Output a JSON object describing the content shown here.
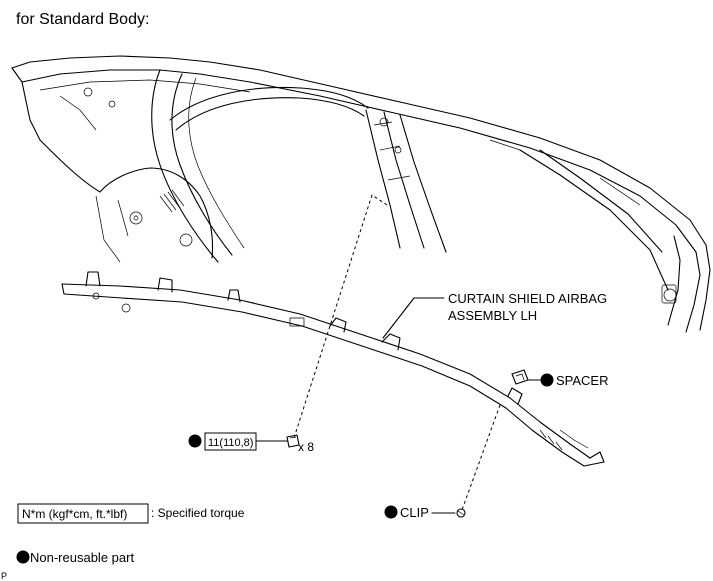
{
  "header": {
    "title": "for Standard Body:"
  },
  "callouts": {
    "airbag": "CURTAIN SHIELD AIRBAG",
    "airbag_line2": "ASSEMBLY LH",
    "spacer": "SPACER",
    "clip": "CLIP",
    "torque_value": "11(110,8)",
    "bolt_count": "x 8"
  },
  "legend": {
    "torque_box": "N*m (kgf*cm, ft.*lbf)",
    "torque_desc": ": Specified torque",
    "nonreusable": "Non-reusable part"
  },
  "footer": {
    "code": "P"
  }
}
